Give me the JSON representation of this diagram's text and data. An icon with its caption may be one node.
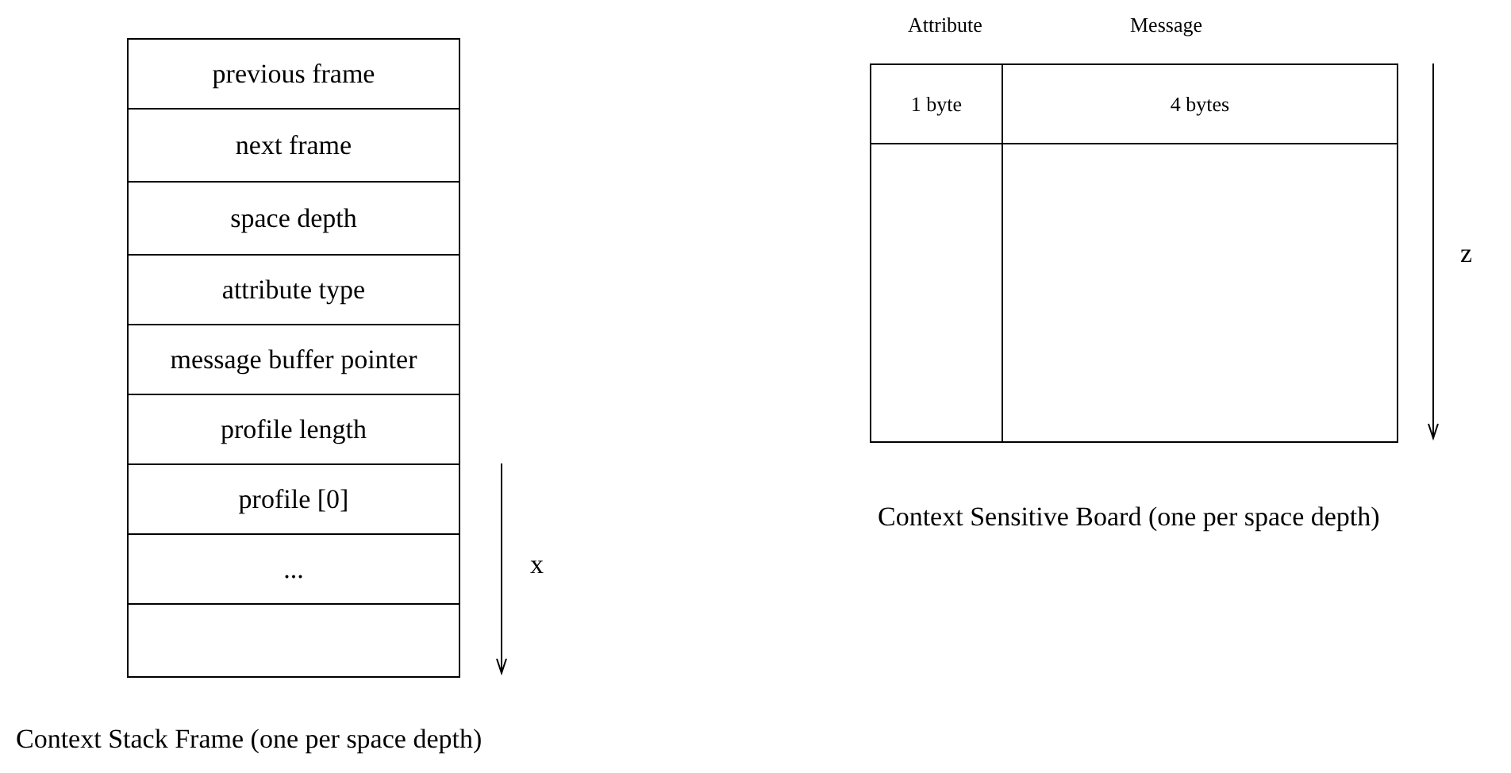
{
  "diagram": {
    "nodes": [
      {
        "text": [
          "previous frame"
        ]
      },
      {
        "text": [
          "next frame"
        ]
      },
      {
        "text": [
          "space depth"
        ]
      },
      {
        "text": [
          "attribute type"
        ]
      },
      {
        "text": [
          "message buffer pointer"
        ]
      },
      {
        "text": [
          "profile length"
        ]
      },
      {
        "text": [
          "profile [0]"
        ]
      },
      {
        "text": [
          "..."
        ]
      },
      {
        "text": [],
        "shape": "box"
      },
      {
        "text": [
          "1 byte"
        ]
      },
      {
        "text": [
          "4 bytes"
        ]
      },
      {
        "text": [],
        "shape": "box"
      },
      {
        "text": [],
        "shape": "box"
      }
    ],
    "labels": [
      "Attribute",
      "Message",
      "z",
      "Context Sensitive Board (one per space depth)",
      "x",
      "Context Stack Frame (one per space depth)"
    ]
  }
}
